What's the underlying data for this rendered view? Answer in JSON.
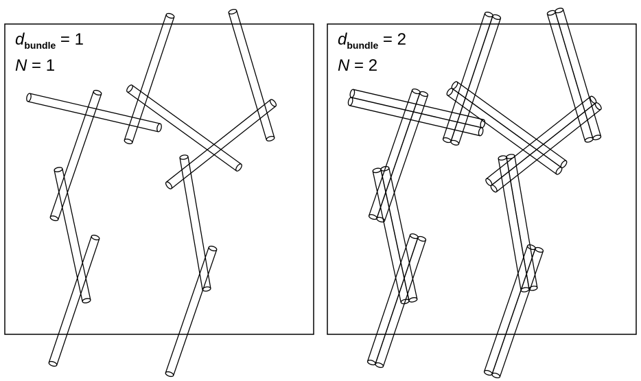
{
  "panels": [
    {
      "d_symbol": "d",
      "d_subscript": "bundle",
      "d_value": "= 1",
      "n_symbol": "N",
      "n_value": "= 1",
      "bundle_size": 1
    },
    {
      "d_symbol": "d",
      "d_subscript": "bundle",
      "d_value": "= 2",
      "n_symbol": "N",
      "n_value": "= 2",
      "bundle_size": 2
    }
  ],
  "colors": {
    "stroke": "#000000",
    "background": "#ffffff"
  }
}
